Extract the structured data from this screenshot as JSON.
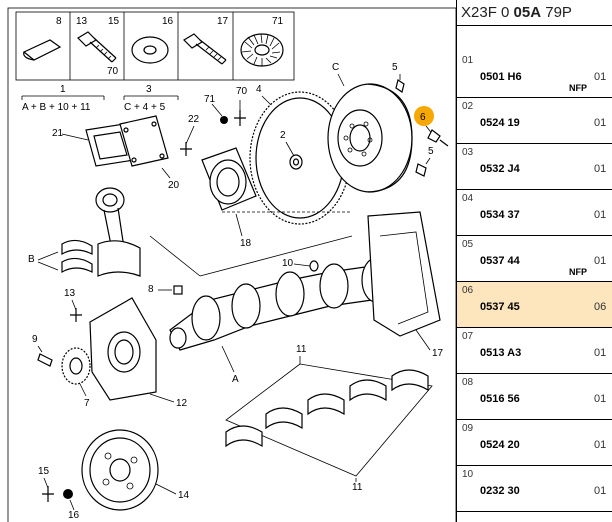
{
  "header": {
    "prefix": "X23F 0 ",
    "bold": "05A",
    "suffix": " 79P"
  },
  "rows": [
    {
      "idx": "01",
      "ref": "0501 H6",
      "qty": "01",
      "note": "NFP",
      "selected": false
    },
    {
      "idx": "02",
      "ref": "0524 19",
      "qty": "01",
      "note": "",
      "selected": false
    },
    {
      "idx": "03",
      "ref": "0532 J4",
      "qty": "01",
      "note": "",
      "selected": false
    },
    {
      "idx": "04",
      "ref": "0534 37",
      "qty": "01",
      "note": "",
      "selected": false
    },
    {
      "idx": "05",
      "ref": "0537 44",
      "qty": "01",
      "note": "NFP",
      "selected": false
    },
    {
      "idx": "06",
      "ref": "0537 45",
      "qty": "06",
      "note": "",
      "selected": true
    },
    {
      "idx": "07",
      "ref": "0513 A3",
      "qty": "01",
      "note": "",
      "selected": false
    },
    {
      "idx": "08",
      "ref": "0516 56",
      "qty": "01",
      "note": "",
      "selected": false
    },
    {
      "idx": "09",
      "ref": "0524 20",
      "qty": "01",
      "note": "",
      "selected": false
    },
    {
      "idx": "10",
      "ref": "0232 30",
      "qty": "01",
      "note": "",
      "selected": false
    }
  ],
  "diagram": {
    "top_boxes": [
      "8",
      "13",
      "15",
      "70",
      "16",
      "17",
      "71"
    ],
    "groups": [
      {
        "num": "1",
        "formula": "A + B + 10 + 11"
      },
      {
        "num": "3",
        "formula": "C + 4 + 5"
      }
    ],
    "labels": [
      "71",
      "70",
      "22",
      "21",
      "20",
      "4",
      "C",
      "5",
      "6",
      "5",
      "2",
      "18",
      "B",
      "10",
      "8",
      "13",
      "9",
      "7",
      "12",
      "11",
      "A",
      "17",
      "11",
      "15",
      "16",
      "14",
      "3"
    ],
    "selected_marker": "6",
    "accent_color": "#f7a800"
  }
}
